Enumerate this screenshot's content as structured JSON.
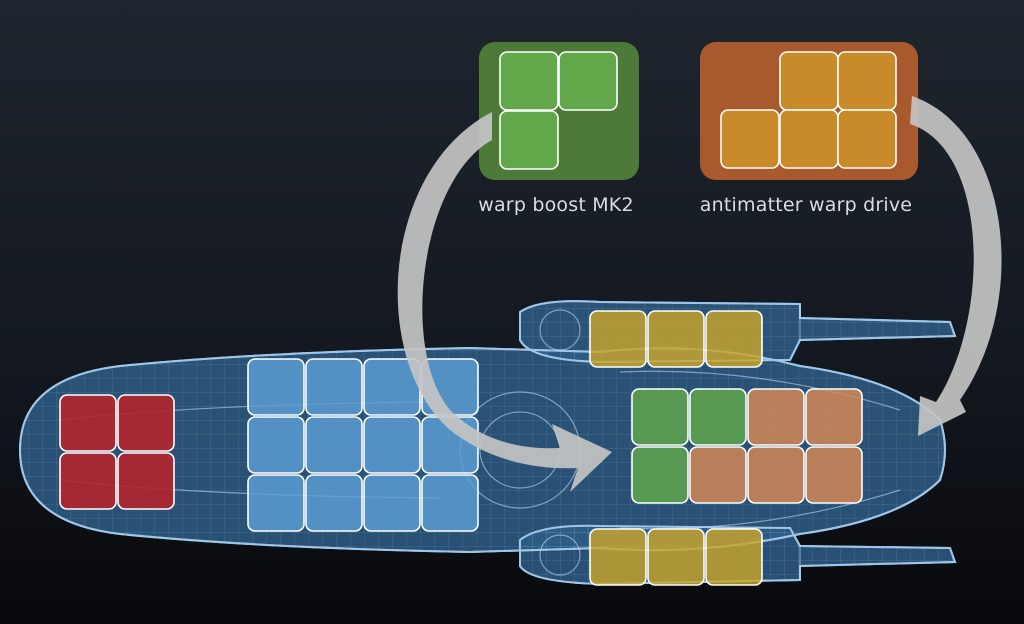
{
  "colors": {
    "ship_fill": "#2f5d86",
    "ship_line": "#9fc6e8",
    "weapons": "#b3232f",
    "cargo": "#5d9fd6",
    "thruster": "#c9a52a",
    "warp_boost": "#62a84a",
    "warp_boost_card": "#4d7a38",
    "antimatter": "#c98a2a",
    "antimatter_card": "#a85a2e",
    "installed_orange": "#d98a55",
    "arrow": "#c4c4c4",
    "label_text": "#d9dde2"
  },
  "modules": {
    "warp_boost": {
      "label": "warp boost MK2",
      "icon": "warp-boost-module-icon"
    },
    "antimatter": {
      "label": "antimatter warp drive",
      "icon": "antimatter-warp-drive-icon"
    }
  },
  "ship": {
    "icon": "spaceship-blueprint",
    "slot_groups": [
      {
        "name": "weapons-slots",
        "cols": 2,
        "rows": 2,
        "color": "weapons"
      },
      {
        "name": "cargo-slots",
        "cols": 4,
        "rows": 3,
        "color": "cargo"
      },
      {
        "name": "upper-thruster-slots",
        "cols": 3,
        "rows": 1,
        "color": "thruster"
      },
      {
        "name": "lower-thruster-slots",
        "cols": 3,
        "rows": 1,
        "color": "thruster"
      },
      {
        "name": "engine-bay-slots",
        "cols": 4,
        "rows": 2,
        "color": "engine"
      }
    ],
    "engine_bay_fill": [
      "warp_boost",
      "warp_boost",
      "installed_orange",
      "installed_orange",
      "warp_boost",
      "installed_orange",
      "installed_orange",
      "installed_orange"
    ]
  },
  "arrows": [
    {
      "name": "drag-arrow-warp-boost",
      "icon": "curved-arrow-icon"
    },
    {
      "name": "drag-arrow-antimatter",
      "icon": "curved-arrow-icon"
    }
  ]
}
